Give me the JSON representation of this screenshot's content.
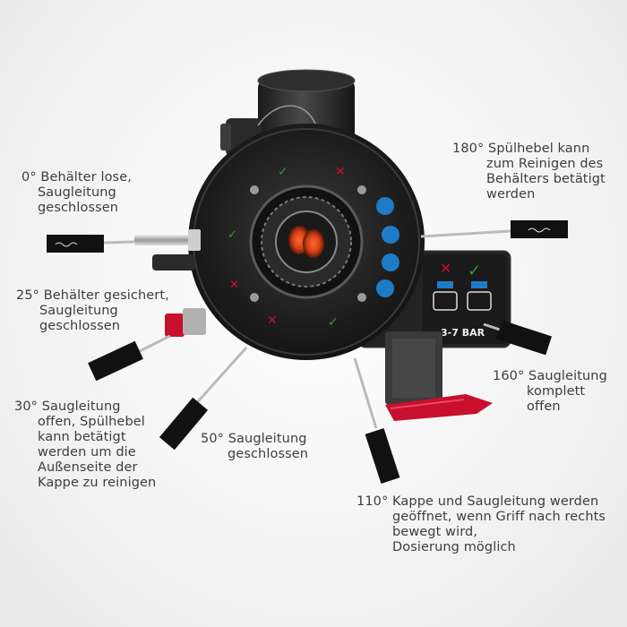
{
  "labels": {
    "l0": {
      "deg": "0°",
      "lines": [
        "Behälter lose,",
        "Saugleitung",
        "geschlossen"
      ]
    },
    "l25": {
      "deg": "25°",
      "lines": [
        "Behälter gesichert,",
        "Saugleitung",
        "geschlossen"
      ]
    },
    "l30": {
      "deg": "30°",
      "lines": [
        "Saugleitung",
        "offen, Spülhebel",
        "kann betätigt",
        "werden um die",
        "Außenseite der",
        "Kappe zu reinigen"
      ]
    },
    "l50": {
      "deg": "50°",
      "lines": [
        "Saugleitung",
        "geschlossen"
      ]
    },
    "l110": {
      "deg": "110°",
      "lines": [
        "Kappe und Saugleitung werden",
        "geöffnet, wenn Griff nach rechts",
        "bewegt wird,",
        "Dosierung möglich"
      ]
    },
    "l160": {
      "deg": "160°",
      "lines": [
        "Saugleitung",
        "komplett",
        "offen"
      ]
    },
    "l180": {
      "deg": "180°",
      "lines": [
        "Spülhebel kann",
        "zum Reinigen des",
        "Behälters betätigt",
        "werden"
      ]
    }
  },
  "device": {
    "pressure_label": "3-7 BAR"
  },
  "colors": {
    "body": "#1e1e1e",
    "ring": "#2b2b2b",
    "accent_red": "#c8102e",
    "accent_blue": "#1f7bc8",
    "ok_green": "#2e9e3c",
    "handle_black": "#111111"
  }
}
